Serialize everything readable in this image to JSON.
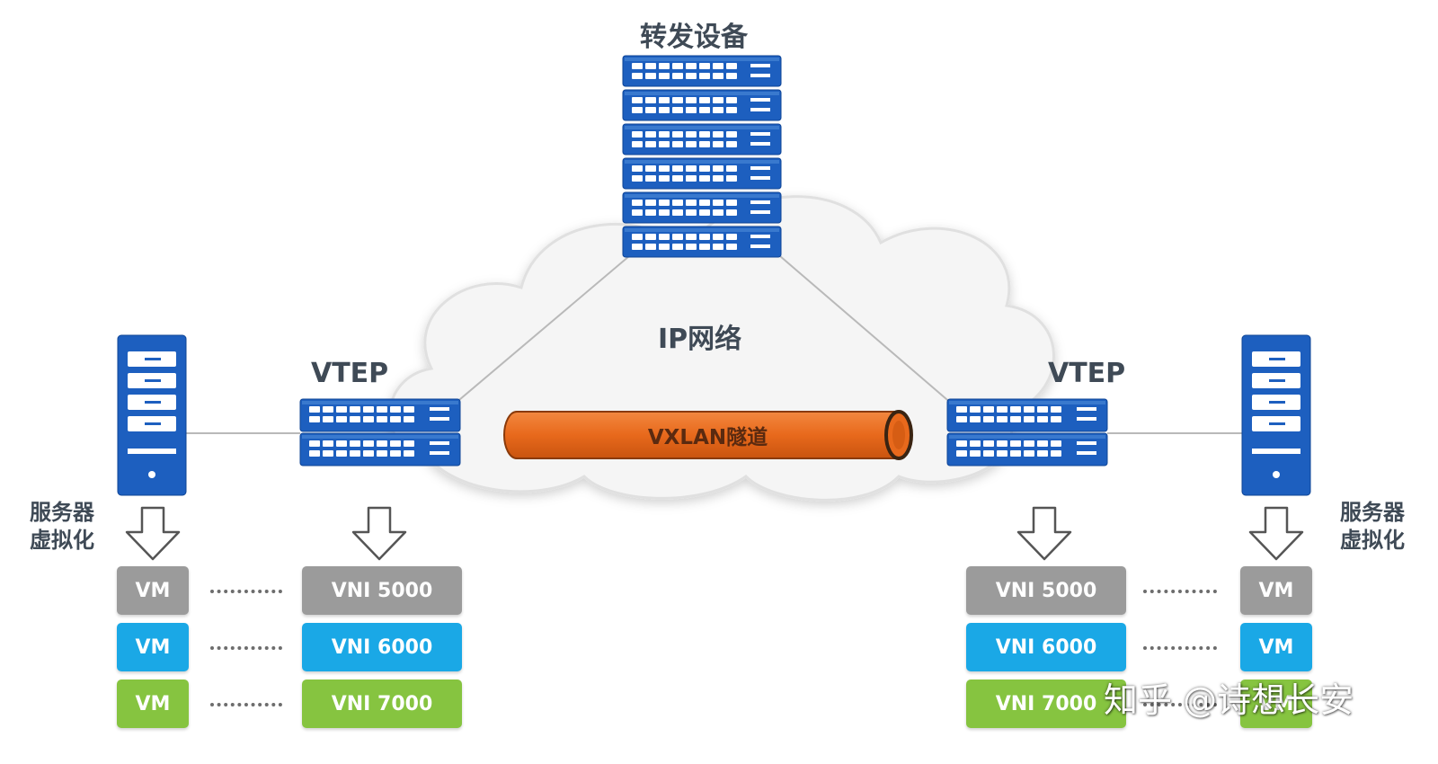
{
  "diagram": {
    "forwarding_device_label": "转发设备",
    "ip_network_label": "IP网络",
    "tunnel_label": "VXLAN隧道",
    "vtep_left_label": "VTEP",
    "vtep_right_label": "VTEP",
    "server_virt_left": [
      "服务器",
      "虚拟化"
    ],
    "server_virt_right": [
      "服务器",
      "虚拟化"
    ],
    "vm_left": [
      "VM",
      "VM",
      "VM"
    ],
    "vm_right": [
      "VM",
      "VM",
      "VM"
    ],
    "vni_left": [
      "VNI 5000",
      "VNI 6000",
      "VNI 7000"
    ],
    "vni_right": [
      "VNI 5000",
      "VNI 6000",
      "VNI 7000"
    ]
  },
  "watermark": "知乎 @诗想长安",
  "colors": {
    "device_blue": "#1d5fbf",
    "tunnel_orange": "#e8691c",
    "gray": "#9b9b9b",
    "cyan": "#1aa8e6",
    "green": "#86c440"
  }
}
